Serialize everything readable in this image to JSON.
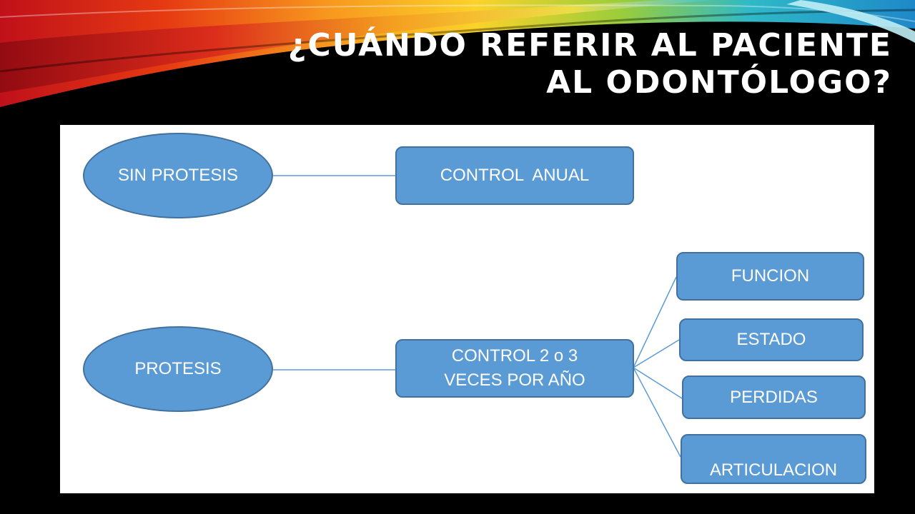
{
  "slide": {
    "title_line1": "¿CUÁNDO REFERIR AL PACIENTE",
    "title_line2": "AL ODONTÓLOGO?"
  },
  "diagram": {
    "nodes": {
      "sin_protesis": "SIN PROTESIS",
      "control_anual": "CONTROL  ANUAL",
      "protesis": "PROTESIS",
      "control_2_3": "CONTROL  2 o 3 VECES POR AÑO",
      "funcion": "FUNCION",
      "estado": "ESTADO",
      "perdidas": "PERDIDAS",
      "articulacion": "ARTICULACION"
    },
    "edges": [
      [
        "sin_protesis",
        "control_anual"
      ],
      [
        "protesis",
        "control_2_3"
      ],
      [
        "control_2_3",
        "funcion"
      ],
      [
        "control_2_3",
        "estado"
      ],
      [
        "control_2_3",
        "perdidas"
      ],
      [
        "control_2_3",
        "articulacion"
      ]
    ]
  },
  "colors": {
    "node_fill": "#5b9bd5",
    "node_border": "#41719c",
    "connector": "#5b9bd5",
    "background": "#000000"
  }
}
